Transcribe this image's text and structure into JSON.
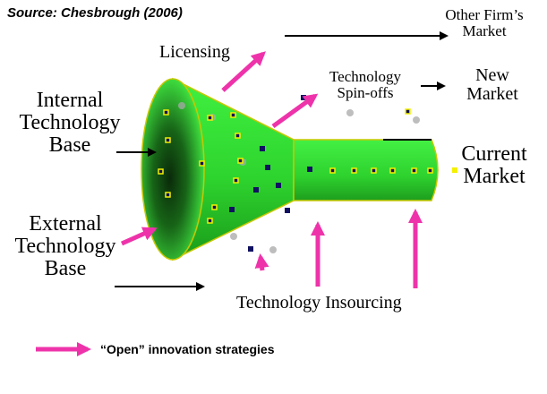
{
  "source": "Source: Chesbrough (2006)",
  "labels": {
    "internal_base": [
      "Internal",
      "Technology",
      "Base"
    ],
    "external_base": [
      "External",
      "Technology",
      "Base"
    ],
    "licensing": "Licensing",
    "other_firms_market": [
      "Other Firm’s",
      "Market"
    ],
    "spin_offs": [
      "Technology",
      "Spin-offs"
    ],
    "new_market": [
      "New",
      "Market"
    ],
    "current_market": [
      "Current",
      "Market"
    ],
    "insourcing": "Technology Insourcing"
  },
  "legend": {
    "text": "“Open” innovation strategies"
  },
  "colors": {
    "funnel_green": "#33ee33",
    "funnel_dark": "#0a3d0a",
    "funnel_edge": "#c8c800",
    "open_arrow": "#ee33aa",
    "dot_navy": "#101060",
    "dot_yellow": "#f4f000"
  }
}
